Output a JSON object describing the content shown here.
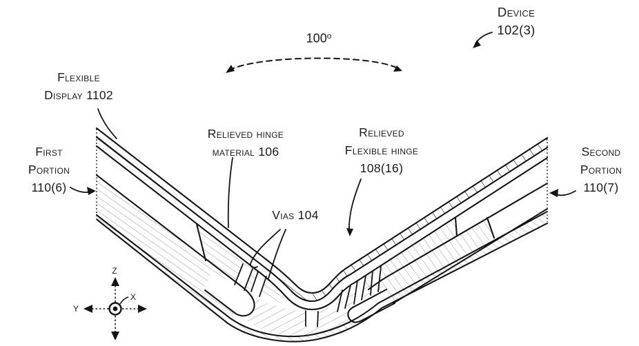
{
  "figure": {
    "type": "patent-cross-section-diagram",
    "labels": {
      "device": {
        "line1": "Device",
        "line2": "102(3)"
      },
      "angle": {
        "value": "100",
        "unit": "o"
      },
      "flexible_display": {
        "line1": "Flexible",
        "line2": "Display 1102"
      },
      "first_portion": {
        "line1": "First",
        "line2": "Portion",
        "line3": "110(6)"
      },
      "relieved_hinge_material": {
        "line1": "Relieved hinge",
        "line2": "material 106"
      },
      "relieved_flexible_hinge": {
        "line1": "Relieved",
        "line2": "Flexible hinge",
        "line3": "108(16)"
      },
      "vias": {
        "line1": "Vias 104"
      },
      "second_portion": {
        "line1": "Second",
        "line2": "Portion",
        "line3": "110(7)"
      },
      "axes": {
        "x": "x",
        "y": "y",
        "z": "z"
      }
    },
    "colors": {
      "line": "#141414",
      "hatch": "#a3a3a3",
      "background": "#ffffff"
    }
  }
}
